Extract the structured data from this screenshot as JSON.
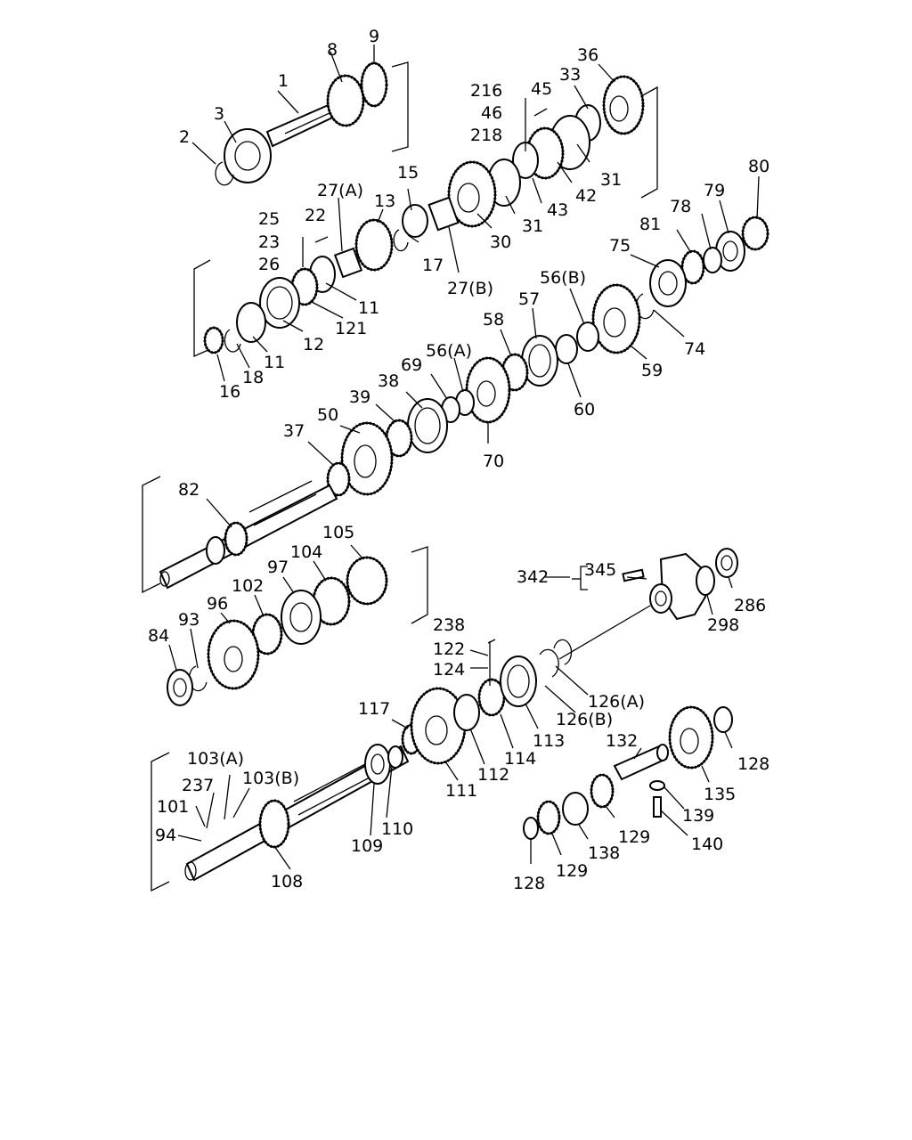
{
  "diagram": {
    "labels": {
      "l1": "1",
      "l2": "2",
      "l3": "3",
      "l8": "8",
      "l9": "9",
      "l216": "216",
      "l45": "45",
      "l46": "46",
      "l218": "218",
      "l33": "33",
      "l36": "36",
      "l31a": "31",
      "l31b": "31",
      "l42": "42",
      "l43": "43",
      "l30": "30",
      "l15": "15",
      "l27a": "27(A)",
      "l27b": "27(B)",
      "l22": "22",
      "l25": "25",
      "l23": "23",
      "l26": "26",
      "l13": "13",
      "l17": "17",
      "l11a": "11",
      "l11b": "11",
      "l121": "121",
      "l12": "12",
      "l18": "18",
      "l16": "16",
      "l80": "80",
      "l79": "79",
      "l78": "78",
      "l81": "81",
      "l75": "75",
      "l74": "74",
      "l56b": "56(B)",
      "l57": "57",
      "l58": "58",
      "l56a": "56(A)",
      "l59": "59",
      "l60": "60",
      "l69": "69",
      "l38": "38",
      "l39": "39",
      "l50": "50",
      "l37": "37",
      "l70": "70",
      "l82": "82",
      "l105": "105",
      "l104": "104",
      "l97": "97",
      "l102": "102",
      "l96": "96",
      "l93": "93",
      "l84": "84",
      "l342": "342",
      "l345": "345",
      "l286": "286",
      "l298": "298",
      "l238": "238",
      "l122": "122",
      "l124": "124",
      "l126a": "126(A)",
      "l126b": "126(B)",
      "l113": "113",
      "l114": "114",
      "l117": "117",
      "l112": "112",
      "l111": "111",
      "l103a": "103(A)",
      "l103b": "103(B)",
      "l237": "237",
      "l101": "101",
      "l94": "94",
      "l108": "108",
      "l109": "109",
      "l110": "110",
      "l132": "132",
      "l128a": "128",
      "l135": "135",
      "l139": "139",
      "l140": "140",
      "l129a": "129",
      "l138": "138",
      "l129b": "129",
      "l128b": "128"
    }
  }
}
